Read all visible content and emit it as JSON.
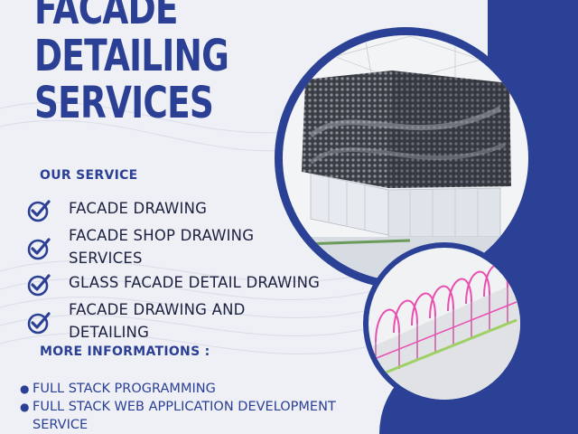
{
  "headline": {
    "line1": "FACADE",
    "line2": "DETAILING",
    "line3": "SERVICES"
  },
  "our_service": {
    "title": "OUR SERVICE",
    "items": [
      "FACADE DRAWING",
      "FACADE SHOP DRAWING SERVICES",
      "GLASS FACADE DETAIL DRAWING",
      "FACADE DRAWING AND DETAILING"
    ]
  },
  "more_info": {
    "title": "MORE INFORMATIONS :",
    "items": [
      "FULL STACK PROGRAMMING",
      "FULL STACK WEB APPLICATION DEVELOPMENT SERVICE"
    ]
  },
  "colors": {
    "brand_blue": "#2b4196",
    "text_dark": "#1c2140",
    "background": "#eef0f5"
  },
  "icons": [
    "check-circle-icon",
    "bullet-icon"
  ]
}
